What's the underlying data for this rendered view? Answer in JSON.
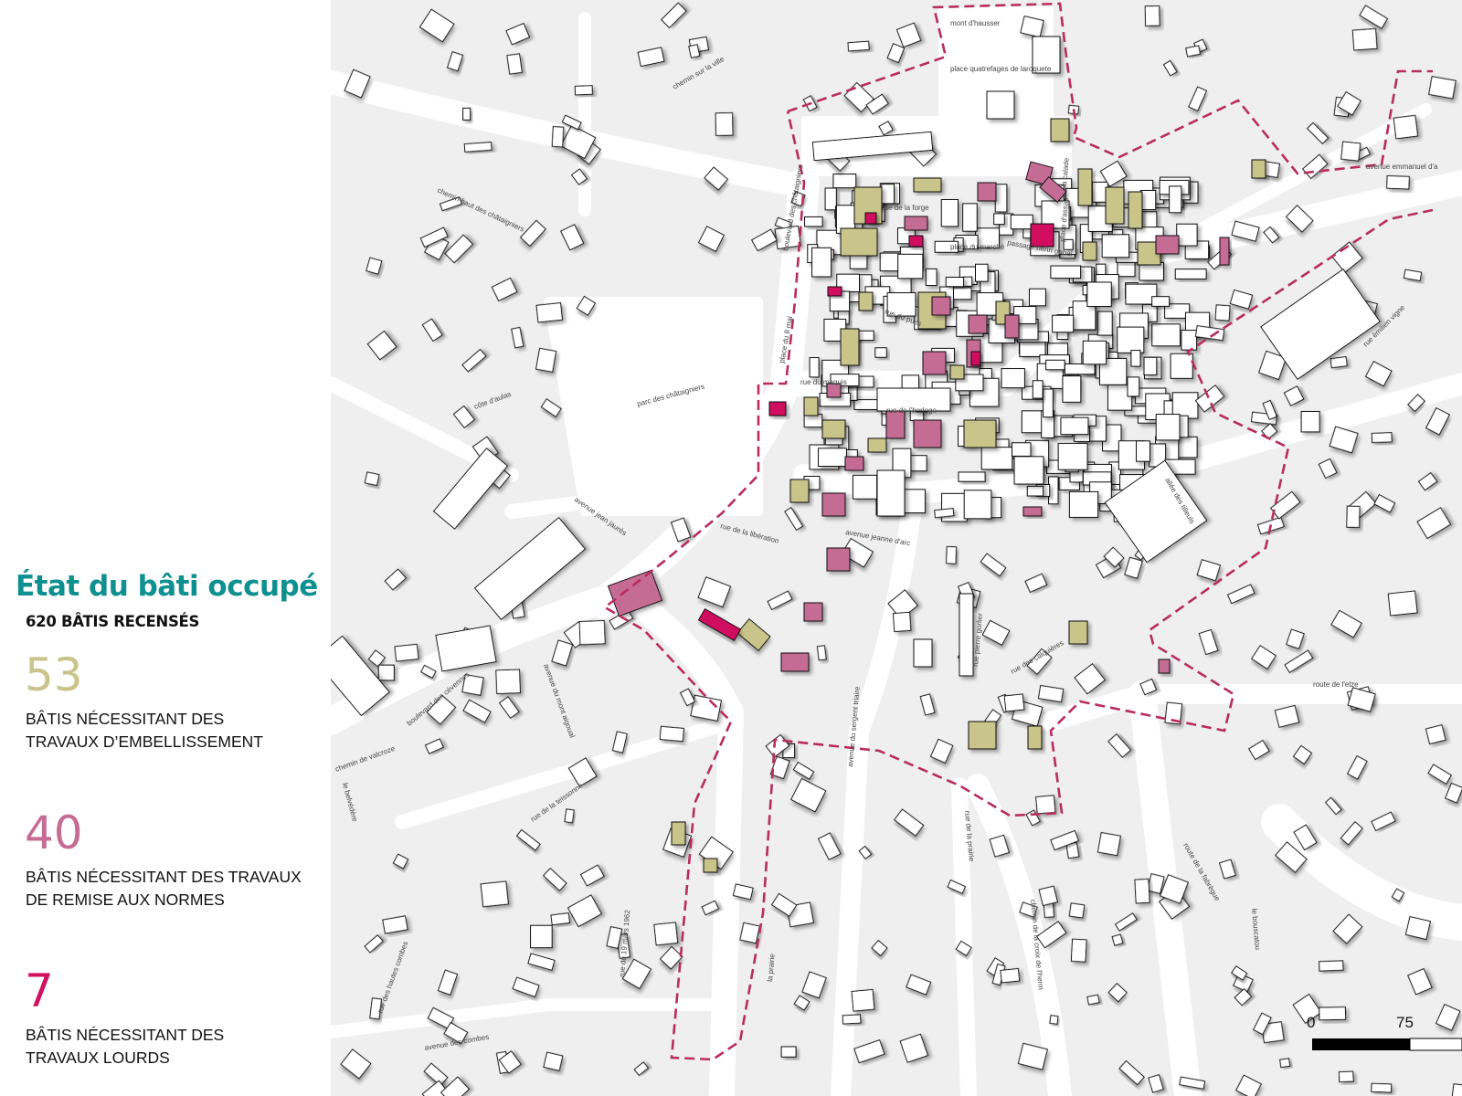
{
  "legend": {
    "title": "État du bâti occupé",
    "subtitle": "620 BÂTIS RECENSÉS",
    "categories": [
      {
        "count": "53",
        "line1": "BÂTIS NÉCESSITANT DES",
        "line2": "TRAVAUX D’EMBELLISSEMENT",
        "color": "#c9c48a"
      },
      {
        "count": "40",
        "line1": "BÂTIS NÉCESSITANT DES TRAVAUX",
        "line2": "DE REMISE AUX NORMES",
        "color": "#c56c95"
      },
      {
        "count": "7",
        "line1": "BÂTIS NÉCESSITANT DES",
        "line2": "TRAVAUX LOURDS",
        "color": "#d0115f"
      }
    ],
    "title_color": "#0f9090"
  },
  "map": {
    "boundary_color": "#b82c5e",
    "streets": [
      "mont d'hausser",
      "place quatrefages de laroquete",
      "boulevard des châtaigniers",
      "place du marché",
      "passage henri gabal",
      "place d'assas",
      "la calade",
      "parc des châtaigniers",
      "avenue jean jaurès",
      "rue de la libération",
      "avenue jeanne d'arc",
      "rue du maquis",
      "rue de l'horloge",
      "rue des calquières",
      "route de l'elze",
      "avenue emmanuel d'a",
      "rue pierre gorlier",
      "avenue du sergent triaire",
      "rue de la prairie",
      "boulevard des cévennes",
      "avenue des combes",
      "rue des hautes combes",
      "rue du 19 mars 1962",
      "la prairie",
      "rue de la teissonne",
      "avenue du mont aigoual",
      "le bouscatou",
      "route de la fabrègue",
      "allée des tilleuls",
      "côte d'aulas",
      "chemin haut des châtaigniers",
      "chemin sur la ville",
      "place du 8 mai",
      "rue de la forge",
      "rue du puits",
      "chemin de valcroze",
      "le belvédère",
      "rue émilien vigne",
      "chemin de la croix de l'herm"
    ],
    "scale": {
      "start": "0",
      "end": "75"
    }
  }
}
